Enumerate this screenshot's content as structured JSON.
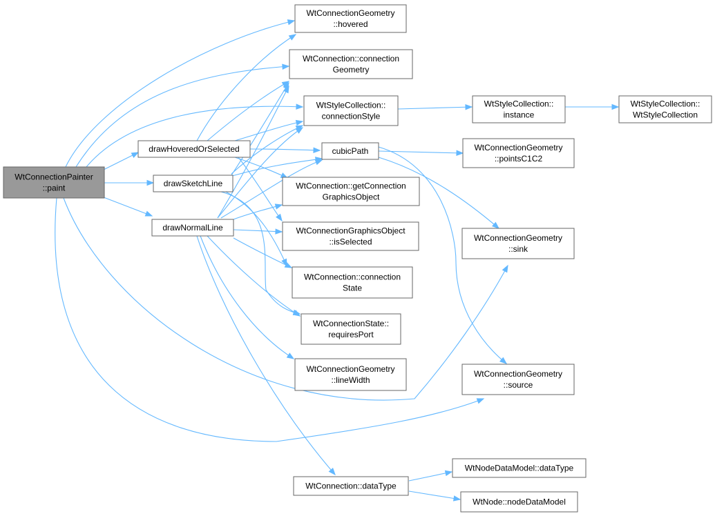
{
  "nodes": {
    "paint": [
      "WtConnectionPainter",
      "::paint"
    ],
    "hovered": [
      "WtConnectionGeometry",
      "::hovered"
    ],
    "connGeom": [
      "WtConnection::connection",
      "Geometry"
    ],
    "connStyle": [
      "WtStyleCollection::",
      "connectionStyle"
    ],
    "instance": [
      "WtStyleCollection::",
      "instance"
    ],
    "styleColl": [
      "WtStyleCollection::",
      "WtStyleCollection"
    ],
    "drawHovered": [
      "drawHoveredOrSelected"
    ],
    "cubicPath": [
      "cubicPath"
    ],
    "pointsC1C2": [
      "WtConnectionGeometry",
      "::pointsC1C2"
    ],
    "drawSketch": [
      "drawSketchLine"
    ],
    "getGfx": [
      "WtConnection::getConnection",
      "GraphicsObject"
    ],
    "drawNormal": [
      "drawNormalLine"
    ],
    "isSelected": [
      "WtConnectionGraphicsObject",
      "::isSelected"
    ],
    "sink": [
      "WtConnectionGeometry",
      "::sink"
    ],
    "connState": [
      "WtConnection::connection",
      "State"
    ],
    "requiresPort": [
      "WtConnectionState::",
      "requiresPort"
    ],
    "lineWidth": [
      "WtConnectionGeometry",
      "::lineWidth"
    ],
    "source": [
      "WtConnectionGeometry",
      "::source"
    ],
    "ndmDataType": [
      "WtNodeDataModel::dataType"
    ],
    "connDataType": [
      "WtConnection::dataType"
    ],
    "nodeDataModel": [
      "WtNode::nodeDataModel"
    ]
  },
  "colors": {
    "edge": "#63b8ff",
    "root_fill": "#999999",
    "border": "#666666"
  }
}
